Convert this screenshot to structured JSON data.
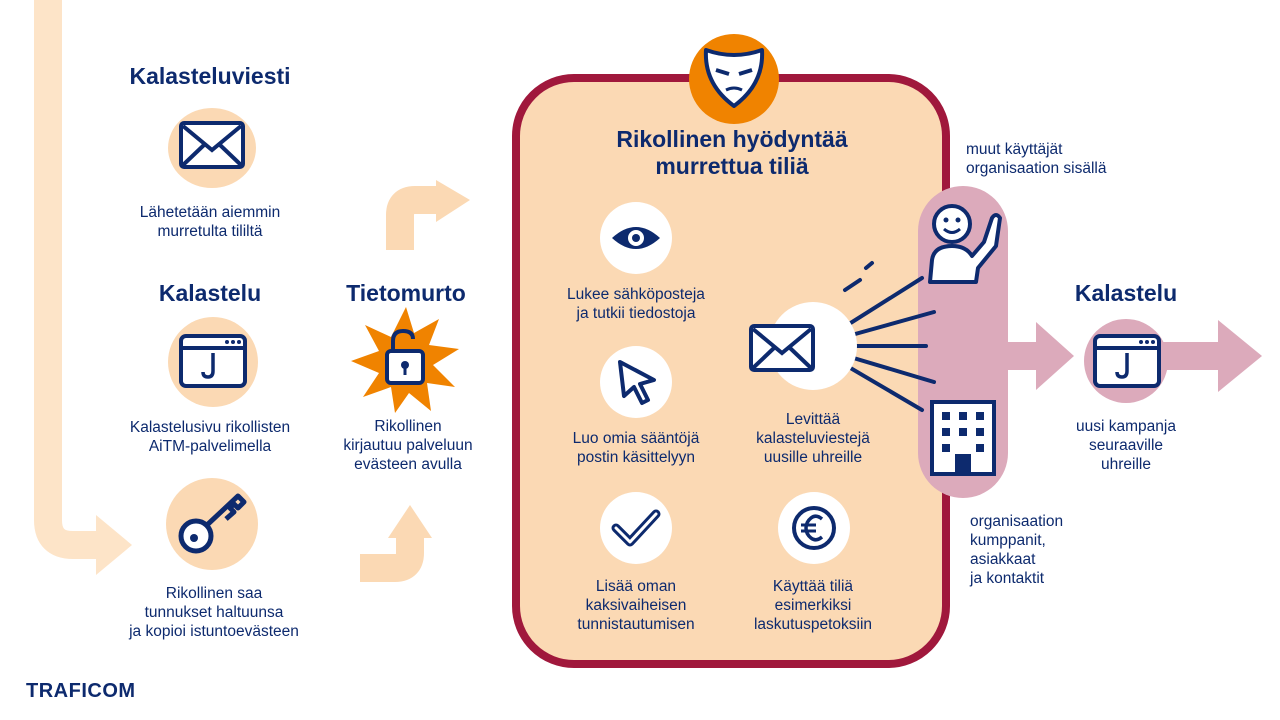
{
  "colors": {
    "navy": "#0d2a6e",
    "peach": "#fbd9b4",
    "peach_light": "#fde4c8",
    "orange": "#f08300",
    "crimson": "#a0183c",
    "pink": "#dcaabb"
  },
  "left": {
    "heading1": "Kalasteluviesti",
    "caption1": "Lähetetään aiemmin\nmurretulta tililtä",
    "heading2": "Kalastelu",
    "caption2": "Kalastelusivu rikollisten\nAiTM-palvelimella",
    "caption3": "Rikollinen saa\ntunnukset haltuunsa\nja kopioi istuntoevästeen"
  },
  "middle": {
    "heading": "Tietomurto",
    "caption": "Rikollinen\nkirjautuu palveluun\nevästeen avulla"
  },
  "box": {
    "title": "Rikollinen hyödyntää\nmurrettua tiliä",
    "item1": "Lukee sähköposteja\nja tutkii tiedostoja",
    "item2": "Luo omia sääntöjä\npostin käsittelyyn",
    "item3": "Lisää oman\nkaksivaiheisen\ntunnistautumisen",
    "item4": "Levittää\nkalasteluviestejä\nuusille uhreille",
    "item5": "Käyttää tiliä\nesimerkiksi\nlaskutuspetoksiin"
  },
  "right": {
    "label_top": "muut käyttäjät\norganisaation sisällä",
    "label_bottom": "organisaation\nkumppanit,\nasiakkaat\nja kontaktit",
    "heading": "Kalastelu",
    "caption": "uusi kampanja\nseuraaville\nuhreille"
  },
  "icons": [
    "mail-icon",
    "browser-hook-icon",
    "key-icon",
    "unlock-icon",
    "mask-icon",
    "eye-icon",
    "cursor-icon",
    "check-icon",
    "euro-icon",
    "person-icon",
    "building-icon"
  ],
  "logo": "TRAFICOM"
}
